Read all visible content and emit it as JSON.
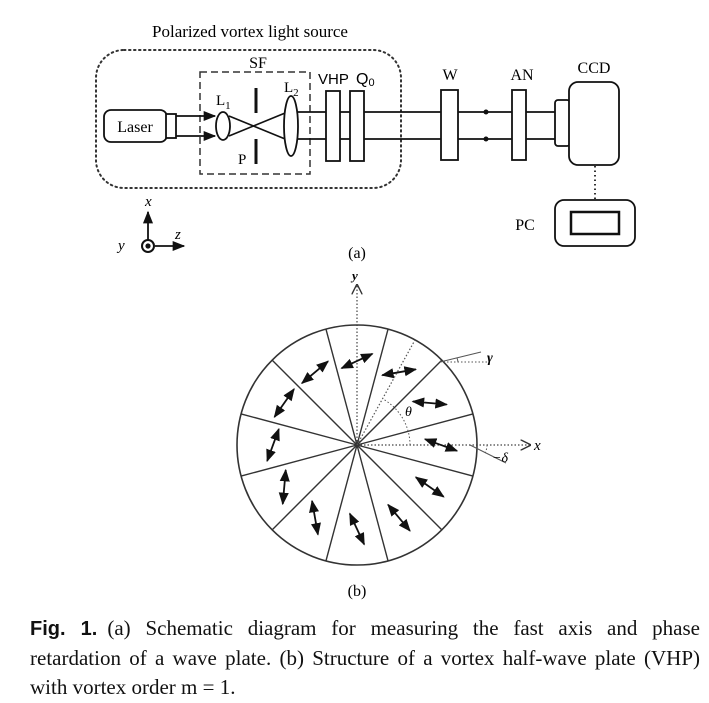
{
  "figure": {
    "panel_a": {
      "group_label": "Polarized vortex light source",
      "spatial_filter_label": "SF",
      "components": {
        "laser": "Laser",
        "lens1": "L",
        "lens1_sub": "1",
        "lens2": "L",
        "lens2_sub": "2",
        "pinhole": "P",
        "vhp": "VHP",
        "q0": "Q",
        "q0_sub": "0",
        "wave_plate": "W",
        "analyzer": "AN",
        "ccd": "CCD",
        "pc": "PC"
      },
      "axes": {
        "x": "x",
        "y": "y",
        "z": "z"
      },
      "sublabel": "(a)"
    },
    "panel_b": {
      "axes": {
        "x": "x",
        "y": "y"
      },
      "angle_labels": {
        "theta": "θ",
        "gamma": "γ",
        "delta": "−δ"
      },
      "sector_count": 12,
      "vortex_order": 1,
      "sublabel": "(b)"
    }
  },
  "caption": {
    "label": "Fig. 1.",
    "text": "(a) Schematic diagram for measuring the fast axis and phase retardation of a wave plate. (b) Structure of a vortex half-wave plate (VHP) with vortex order m = 1."
  }
}
